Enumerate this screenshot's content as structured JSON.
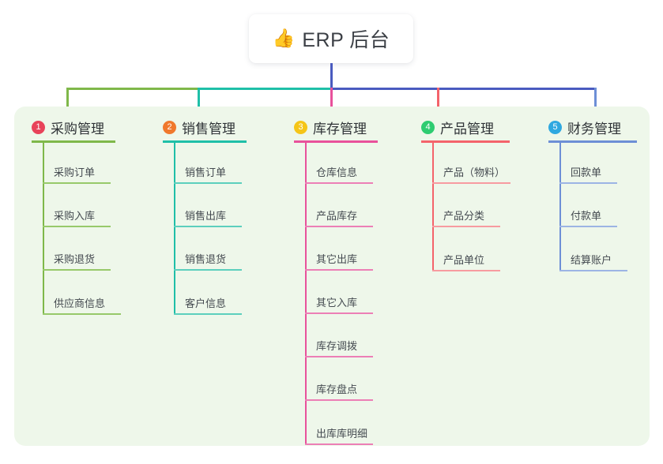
{
  "root": {
    "icon": "thumbs-up-icon",
    "emoji": "👍",
    "title": "ERP 后台"
  },
  "palette": {
    "canvas": "#ffffff",
    "panel_bg": "#eef7ea",
    "card_bg": "#ffffff",
    "text": "#2f3337",
    "leaf_text": "#444a50",
    "trunk": "#4a5bbf",
    "bus_green": "#7fb84a",
    "bus_teal": "#1fbfa8",
    "bus_blue": "#4a5bbf"
  },
  "branches": [
    {
      "number": "1",
      "title": "采购管理",
      "badge_color": "#e8435a",
      "line_color": "#7fb84a",
      "items": [
        {
          "label": "采购订单"
        },
        {
          "label": "采购入库"
        },
        {
          "label": "采购退货"
        },
        {
          "label": "供应商信息"
        }
      ]
    },
    {
      "number": "2",
      "title": "销售管理",
      "badge_color": "#f0782c",
      "line_color": "#1fbfa8",
      "items": [
        {
          "label": "销售订单"
        },
        {
          "label": "销售出库"
        },
        {
          "label": "销售退货"
        },
        {
          "label": "客户信息"
        }
      ]
    },
    {
      "number": "3",
      "title": "库存管理",
      "badge_color": "#f5c518",
      "line_color": "#e8519b",
      "items": [
        {
          "label": "仓库信息"
        },
        {
          "label": "产品库存"
        },
        {
          "label": "其它出库"
        },
        {
          "label": "其它入库"
        },
        {
          "label": "库存调拨"
        },
        {
          "label": "库存盘点"
        },
        {
          "label": "出库库明细"
        }
      ]
    },
    {
      "number": "4",
      "title": "产品管理",
      "badge_color": "#2ecc71",
      "line_color": "#f4636b",
      "items": [
        {
          "label": "产品（物料）"
        },
        {
          "label": "产品分类"
        },
        {
          "label": "产品单位"
        }
      ]
    },
    {
      "number": "5",
      "title": "财务管理",
      "badge_color": "#2fa8e0",
      "line_color": "#6d8fd6",
      "items": [
        {
          "label": "回款单"
        },
        {
          "label": "付款单"
        },
        {
          "label": "结算账户"
        }
      ]
    }
  ]
}
